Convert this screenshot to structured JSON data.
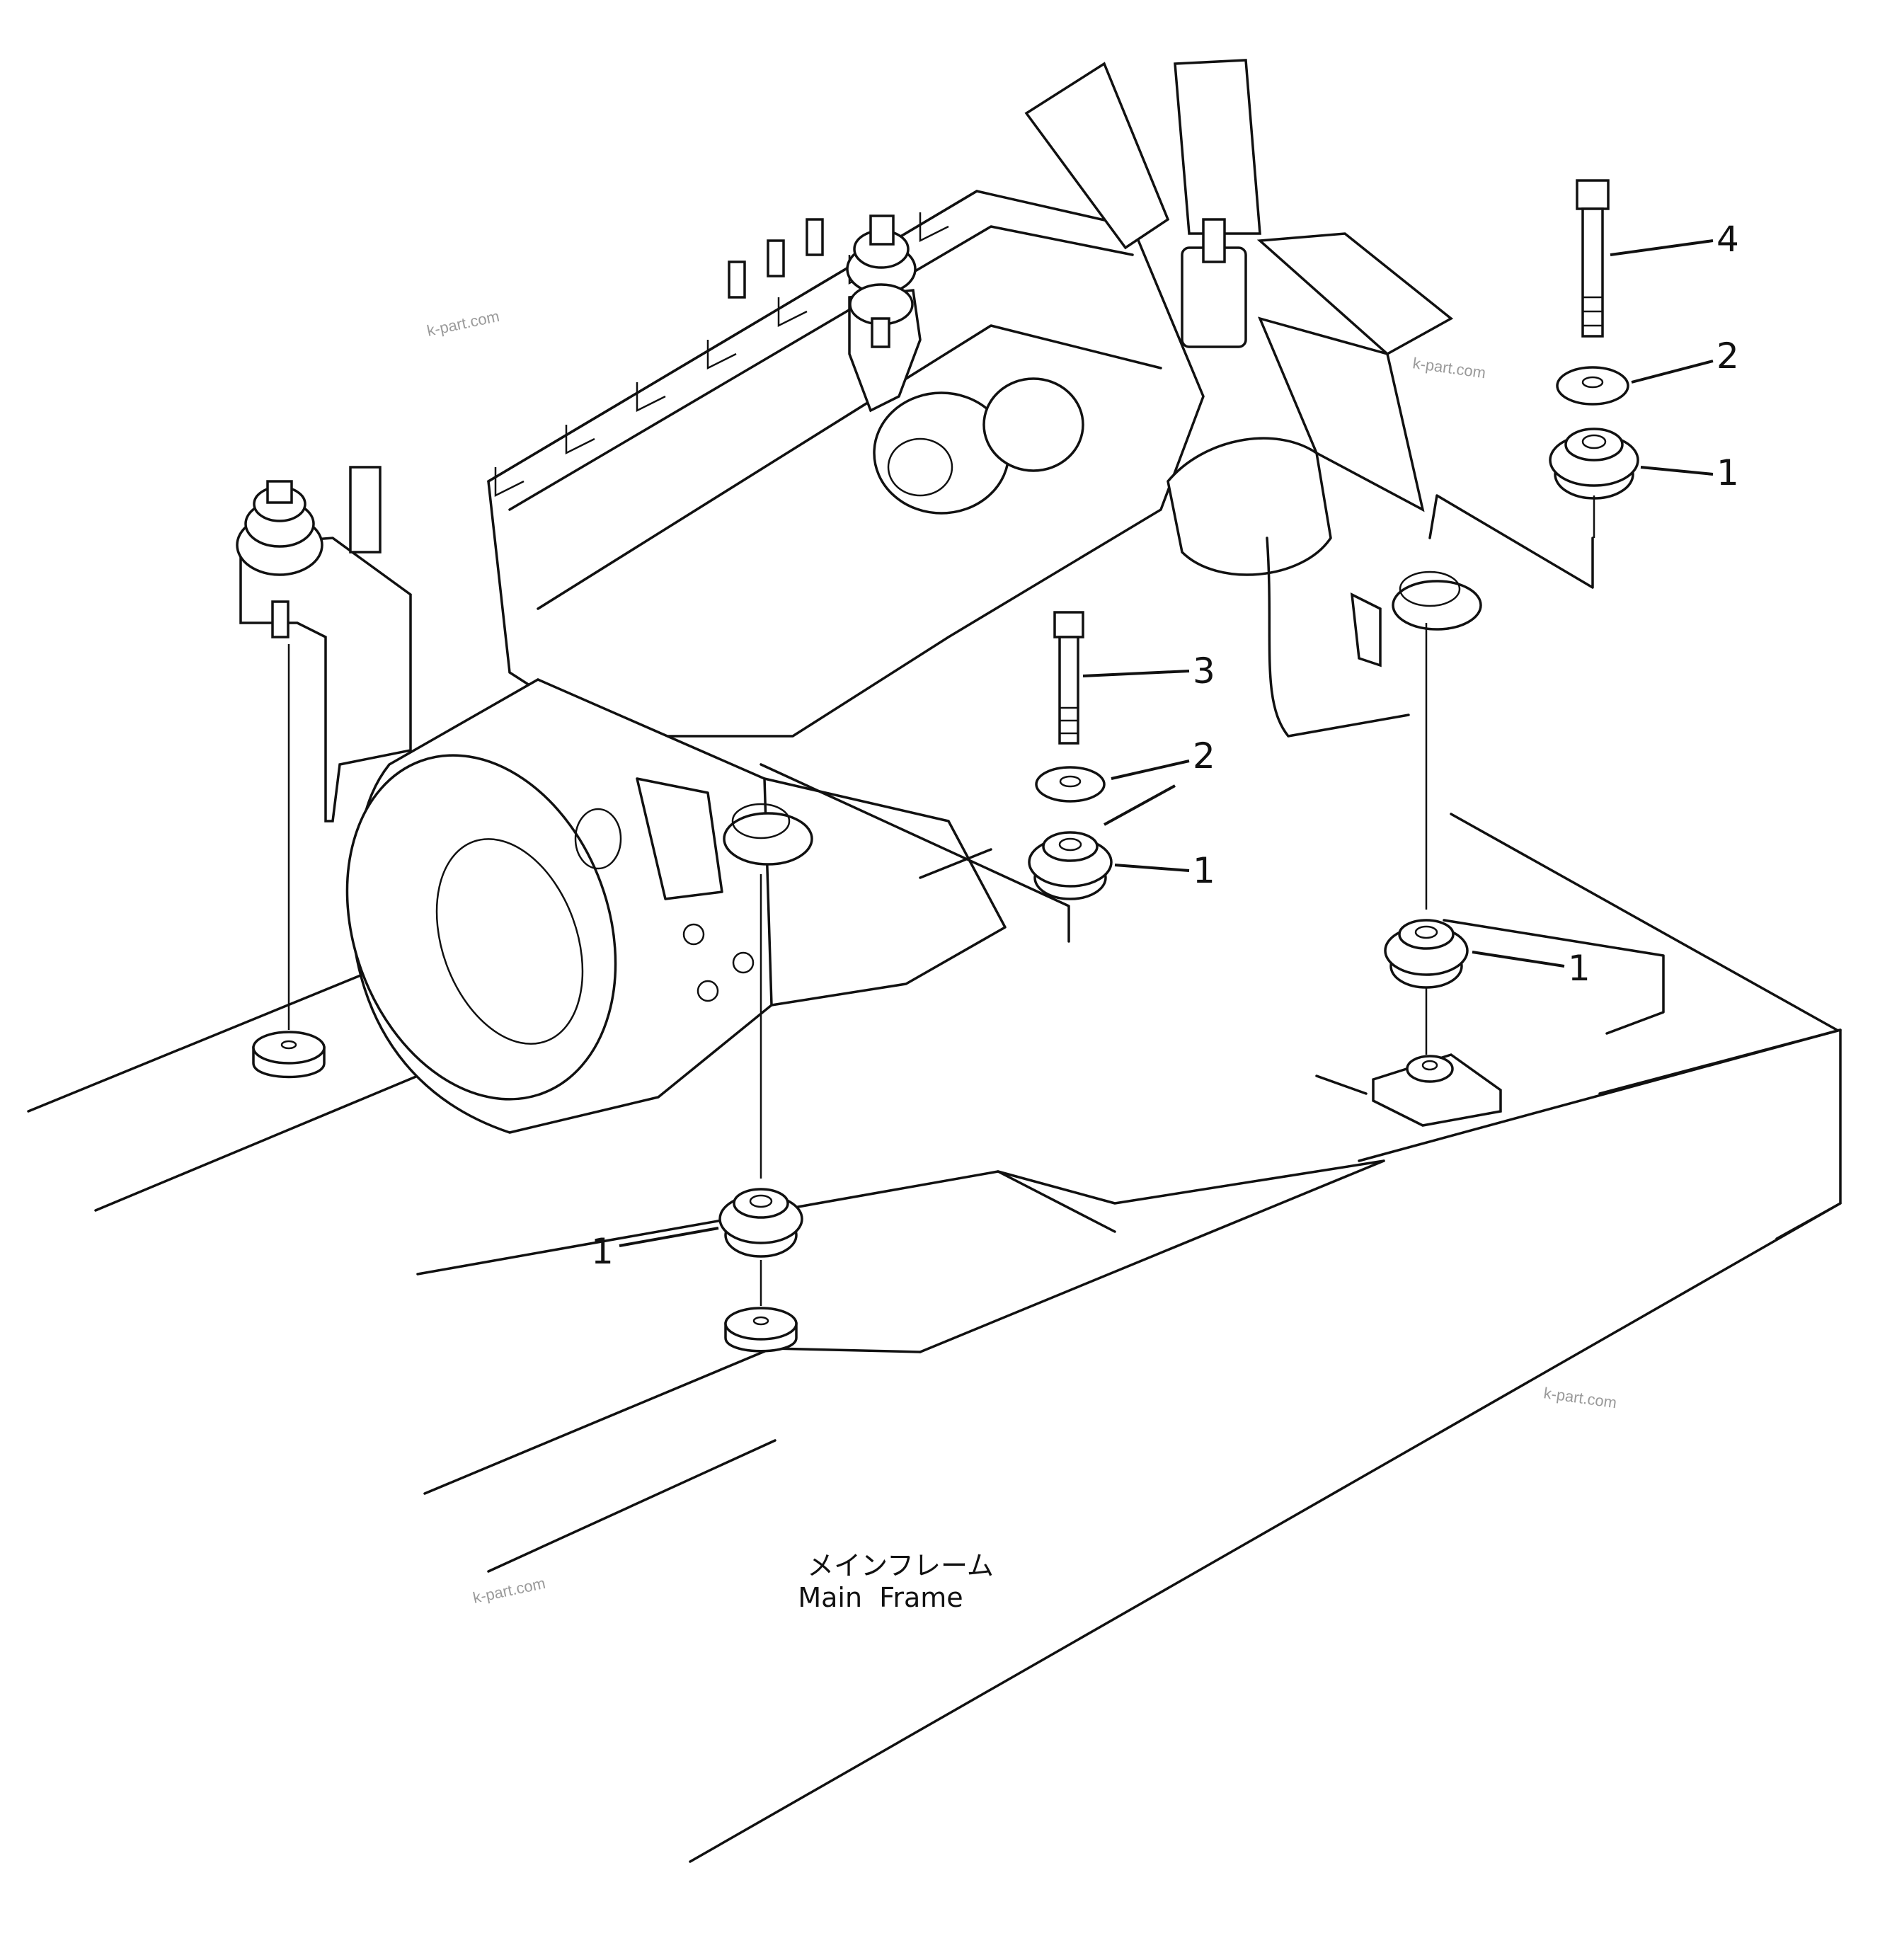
{
  "diagram": {
    "callouts": {
      "c1a": "1",
      "c1b": "1",
      "c1c": "1",
      "c1d": "1",
      "c2a": "2",
      "c2b": "2",
      "c3": "3",
      "c4": "4"
    },
    "frame_label_jp": "メインフレーム",
    "frame_label_en": "Main  Frame",
    "watermarks": [
      "k-part.com",
      "k-part.com",
      "k-part.com",
      "k-part.com"
    ]
  }
}
